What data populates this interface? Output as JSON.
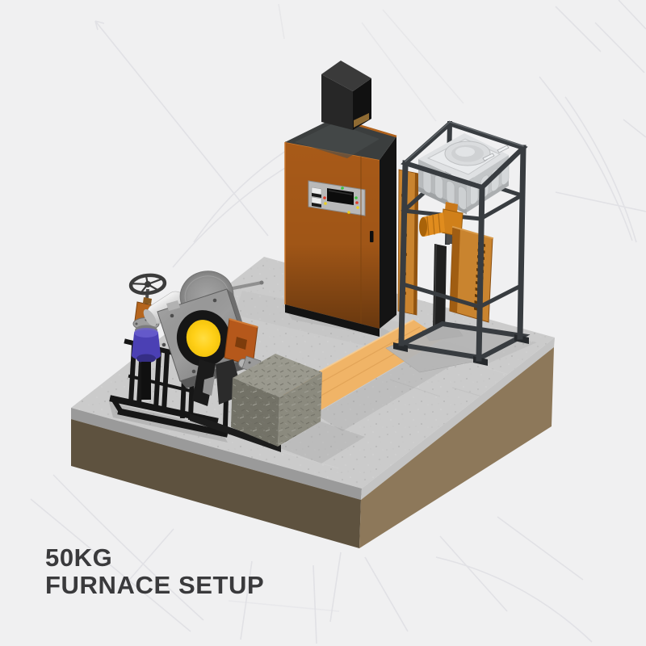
{
  "title": {
    "line1": "50KG",
    "line2": "FURNACE SETUP"
  },
  "scene": {
    "type": "isometric 3d render of an industrial furnace installation",
    "objects": [
      {
        "name": "concrete-platform",
        "desc": "light concrete slab on a brown earth base"
      },
      {
        "name": "tilting-furnace",
        "desc": "gray tilting crucible furnace with yellow melt port, pouring disc and hand-wheel valve on a black stand"
      },
      {
        "name": "brick-block",
        "desc": "speckled refractory brick block"
      },
      {
        "name": "wooden-plank",
        "desc": "tan wooden plank laid across the slab"
      },
      {
        "name": "control-cabinet",
        "desc": "orange and black power control cabinet with exhaust duct and instrument panel"
      },
      {
        "name": "support-frame",
        "desc": "dark steel cage holding a white crucible box, orange drive motor, lift column and slotted heater plates"
      },
      {
        "name": "sketch-lines",
        "desc": "faint drafting lines and arcs in the background"
      }
    ]
  },
  "colors": {
    "background": "#f0f0f1",
    "sketch_line": "#dcdce1",
    "concrete_top": "#cbcbcb",
    "concrete_edge_left": "#9a9a9a",
    "concrete_edge_right": "#c4c4c4",
    "base_brown_dark": "#5e523f",
    "base_brown_light": "#8d785a",
    "plank_tan": "#f0b467",
    "cabinet_orange": "#a85a18",
    "cabinet_side": "#141414",
    "cabinet_top": "#3b3e3e",
    "panel_gray": "#b9b9b9",
    "display_black": "#0c0c0c",
    "led_green": "#3ec43e",
    "led_red": "#e03a28",
    "led_yellow": "#ecd020",
    "frame_steel": "#383c40",
    "box_white": "#dfe1e3",
    "heater_orange": "#c9842f",
    "motor_orange": "#d0801a",
    "bracket_orange": "#b5581b",
    "brick_top": "#9a998e",
    "brick_left": "#737267",
    "brick_right": "#8b8a7e",
    "furnace_gray": "#9c9c9c",
    "melt_yellow": "#ffd018",
    "ring_black": "#161616",
    "disc_gray": "#8f8f8f",
    "wheel_dark": "#3b3b3b",
    "valve_purple": "#4b40b4",
    "valve_bronze": "#b5651d",
    "title_text": "#3a3a3c"
  }
}
